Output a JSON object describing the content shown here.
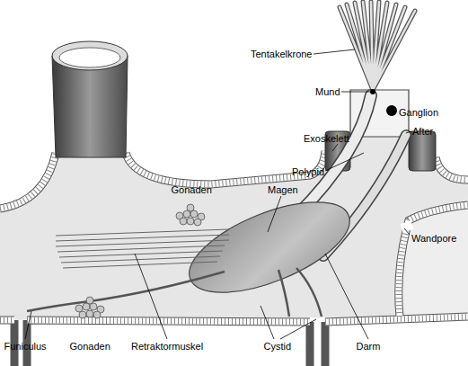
{
  "diagram": {
    "labels": [
      "Tentakelkrone",
      "Mund",
      "Ganglion",
      "After",
      "Exoskelett",
      "Polypid",
      "Magen",
      "Gonaden",
      "Wandpore",
      "Funiculus",
      "Gonaden",
      "Retraktormuskel",
      "Cystid",
      "Darm"
    ]
  }
}
